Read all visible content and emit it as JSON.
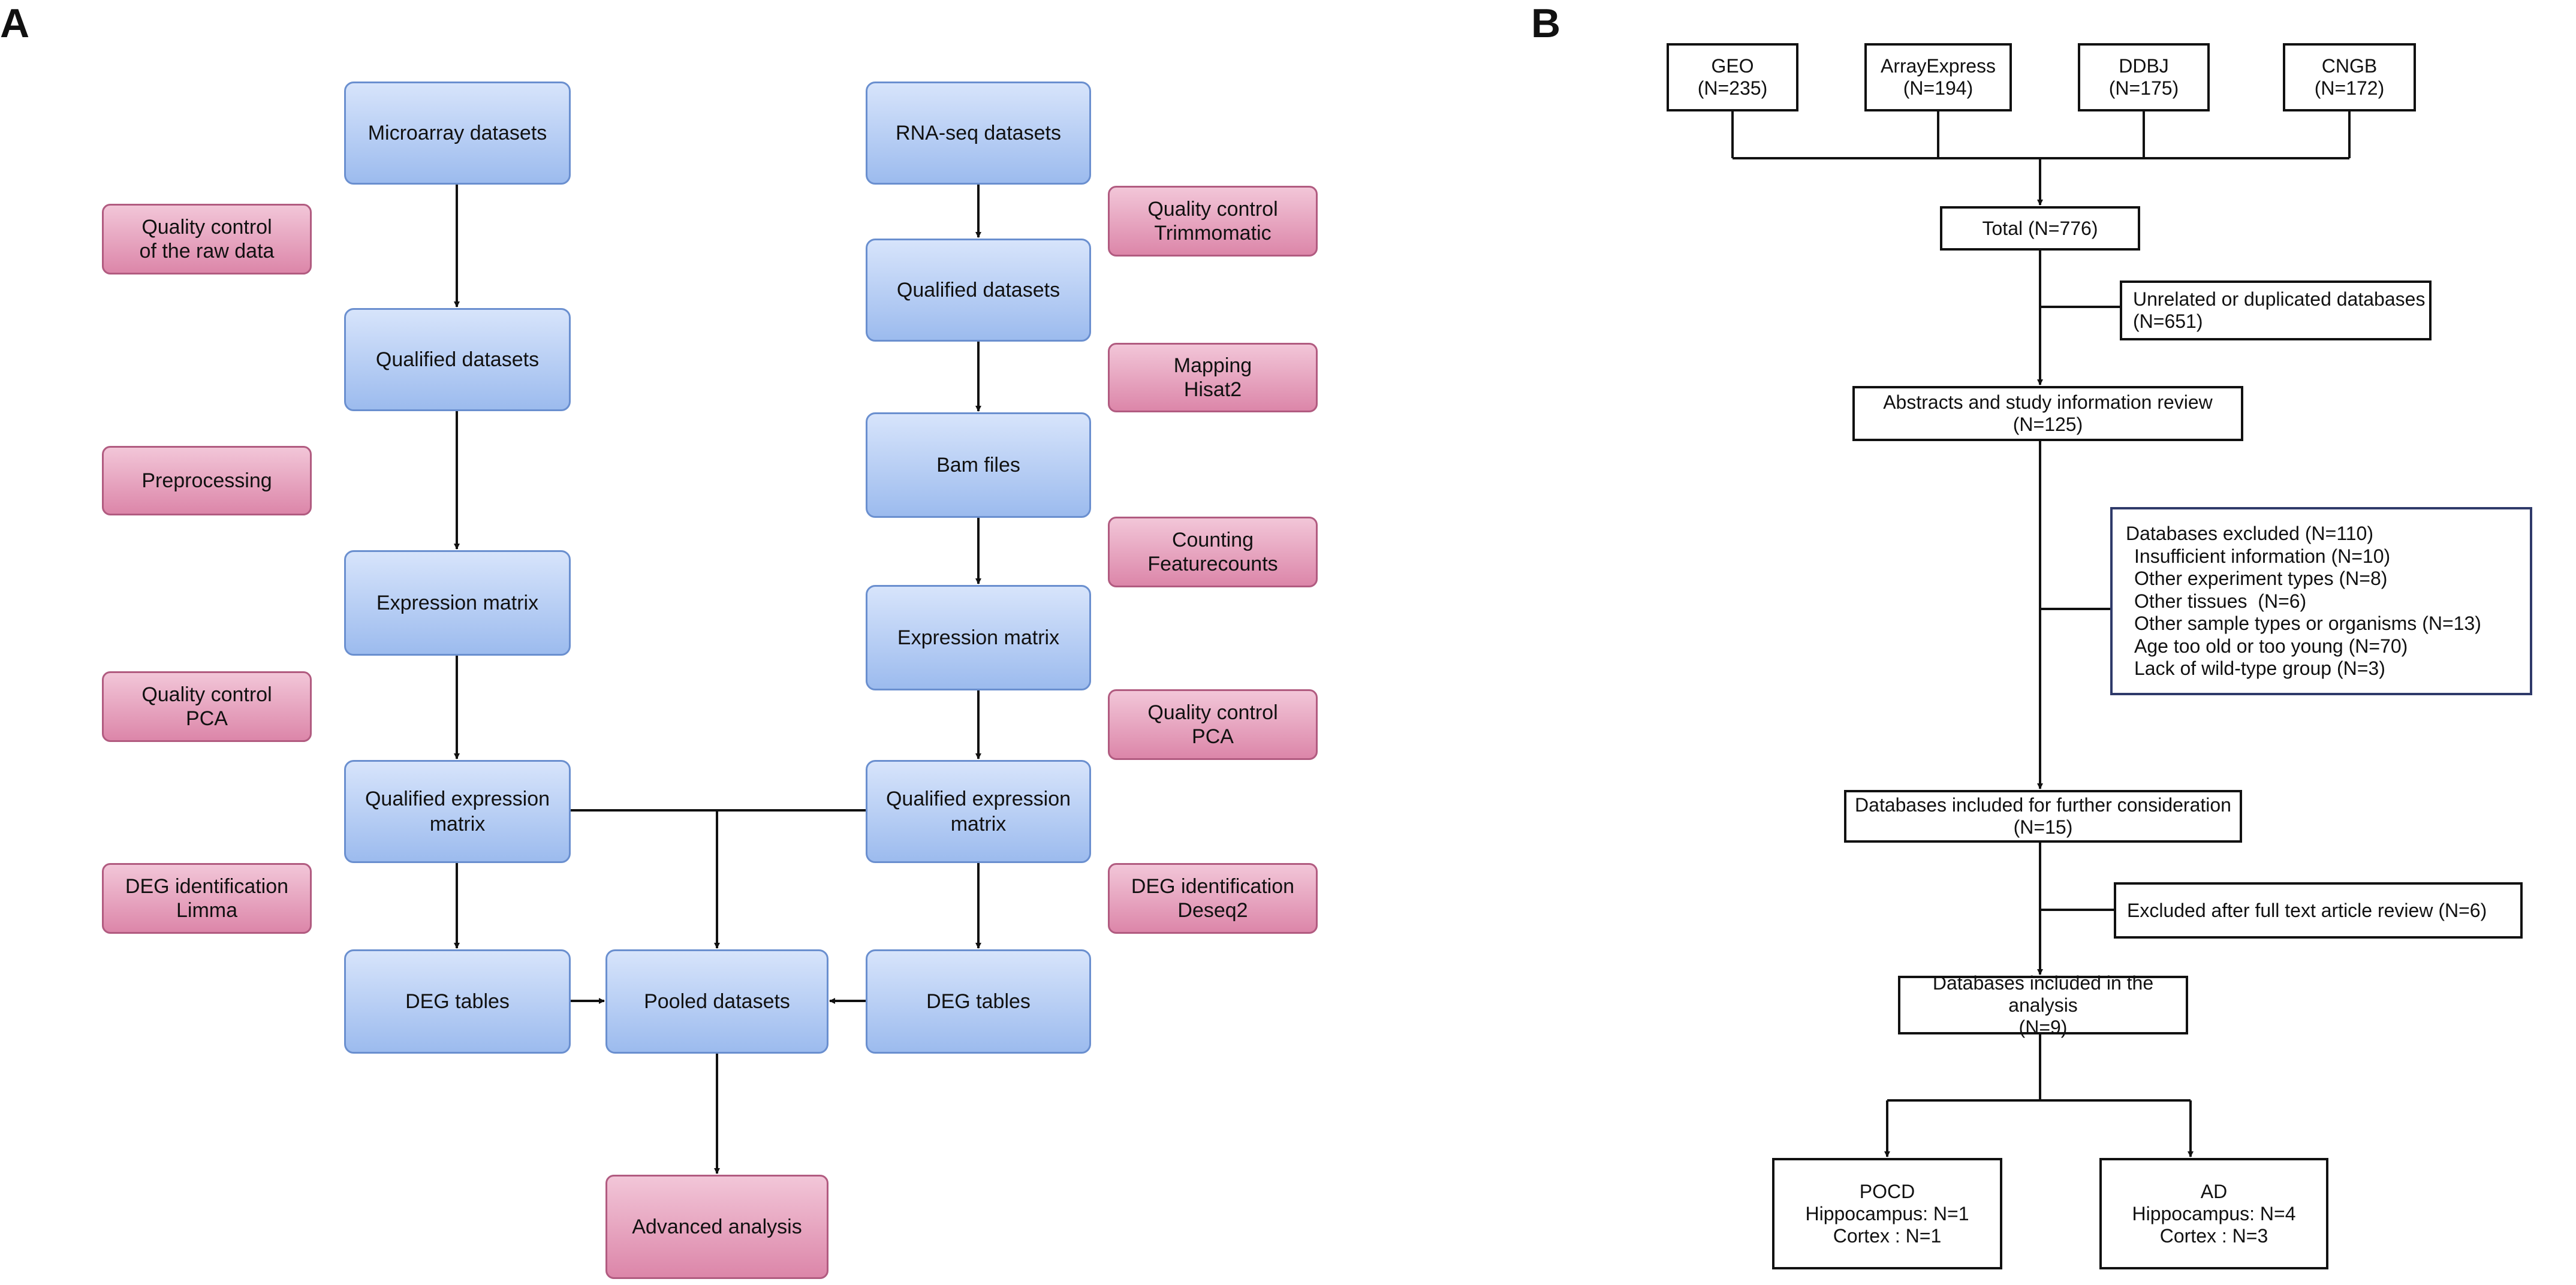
{
  "panels": {
    "a": "A",
    "b": "B"
  },
  "colors": {
    "process_fill": "#9cbbee",
    "process_border": "#6a8fcf",
    "step_fill": "#dc86a9",
    "step_border": "#b15b80",
    "line": "#111111"
  },
  "panel_a": {
    "microarray": {
      "datasets": "Microarray datasets",
      "qc_raw": [
        "Quality control",
        "of the raw data"
      ],
      "qualified": "Qualified datasets",
      "preprocessing": "Preprocessing",
      "expr_matrix": "Expression matrix",
      "qc_pca": [
        "Quality control",
        "PCA"
      ],
      "qualified_expr": [
        "Qualified expression",
        "matrix"
      ],
      "deg_id": [
        "DEG identification",
        "Limma"
      ],
      "deg_tables": "DEG tables"
    },
    "rnaseq": {
      "datasets": "RNA-seq datasets",
      "qc_trim": [
        "Quality control",
        "Trimmomatic"
      ],
      "qualified": "Qualified datasets",
      "mapping": [
        "Mapping",
        "Hisat2"
      ],
      "bam": "Bam files",
      "counting": [
        "Counting",
        "Featurecounts"
      ],
      "expr_matrix": "Expression matrix",
      "qc_pca": [
        "Quality control",
        "PCA"
      ],
      "qualified_expr": [
        "Qualified expression",
        "matrix"
      ],
      "deg_id": [
        "DEG identification",
        "Deseq2"
      ],
      "deg_tables": "DEG tables"
    },
    "pooled": "Pooled datasets",
    "advanced": "Advanced analysis"
  },
  "panel_b": {
    "sources": [
      {
        "name": "GEO",
        "n": "(N=235)"
      },
      {
        "name": "ArrayExpress",
        "n": "(N=194)"
      },
      {
        "name": "DDBJ",
        "n": "(N=175)"
      },
      {
        "name": "CNGB",
        "n": "(N=172)"
      }
    ],
    "total": "Total (N=776)",
    "unrelated": [
      "Unrelated or duplicated databases",
      "(N=651)"
    ],
    "abstracts": [
      "Abstracts and study information review",
      "(N=125)"
    ],
    "excluded": {
      "title": "Databases excluded (N=110)",
      "items": [
        "Insufficient information (N=10)",
        "Other experiment types (N=8)",
        "Other tissues  (N=6)",
        "Other sample types or organisms (N=13)",
        "Age too old or too young (N=70)",
        "Lack of wild-type group (N=3)"
      ]
    },
    "further": [
      "Databases included for further consideration",
      "(N=15)"
    ],
    "fulltext": "Excluded after full text article review (N=6)",
    "analysis": [
      "Databases included in the analysis",
      "(N=9)"
    ],
    "pocd": [
      "POCD",
      "Hippocampus: N=1",
      "Cortex : N=1"
    ],
    "ad": [
      "AD",
      "Hippocampus: N=4",
      "Cortex : N=3"
    ]
  }
}
